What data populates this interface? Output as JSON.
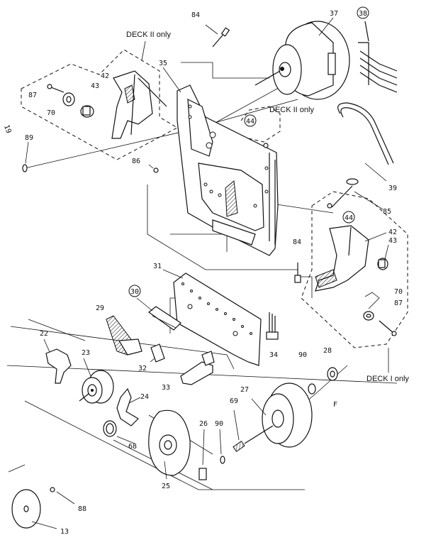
{
  "captions": {
    "deck2_top": "DECK II only",
    "deck2_mid": "DECK II only",
    "deck1": "DECK I only"
  },
  "labels": {
    "p84a": "84",
    "p37": "37",
    "p38": "38",
    "p35": "35",
    "p42a": "42",
    "p43a": "43",
    "p87a": "87",
    "p70a": "70",
    "p44a": "44",
    "p19": "19",
    "p89": "89",
    "p86": "86",
    "p39": "39",
    "p85": "85",
    "p44b": "44",
    "p42b": "42",
    "p43b": "43",
    "p84b": "84",
    "p31": "31",
    "p30": "30",
    "p29": "29",
    "p70b": "70",
    "p87b": "87",
    "p34": "34",
    "p32": "32",
    "p90a": "90",
    "p28": "28",
    "p22": "22",
    "p23": "23",
    "p33": "33",
    "p24": "24",
    "p27": "27",
    "p69": "69",
    "p68": "68",
    "p26": "26",
    "p90b": "90",
    "p25": "25",
    "p88": "88",
    "p13": "13",
    "pF": "F"
  }
}
